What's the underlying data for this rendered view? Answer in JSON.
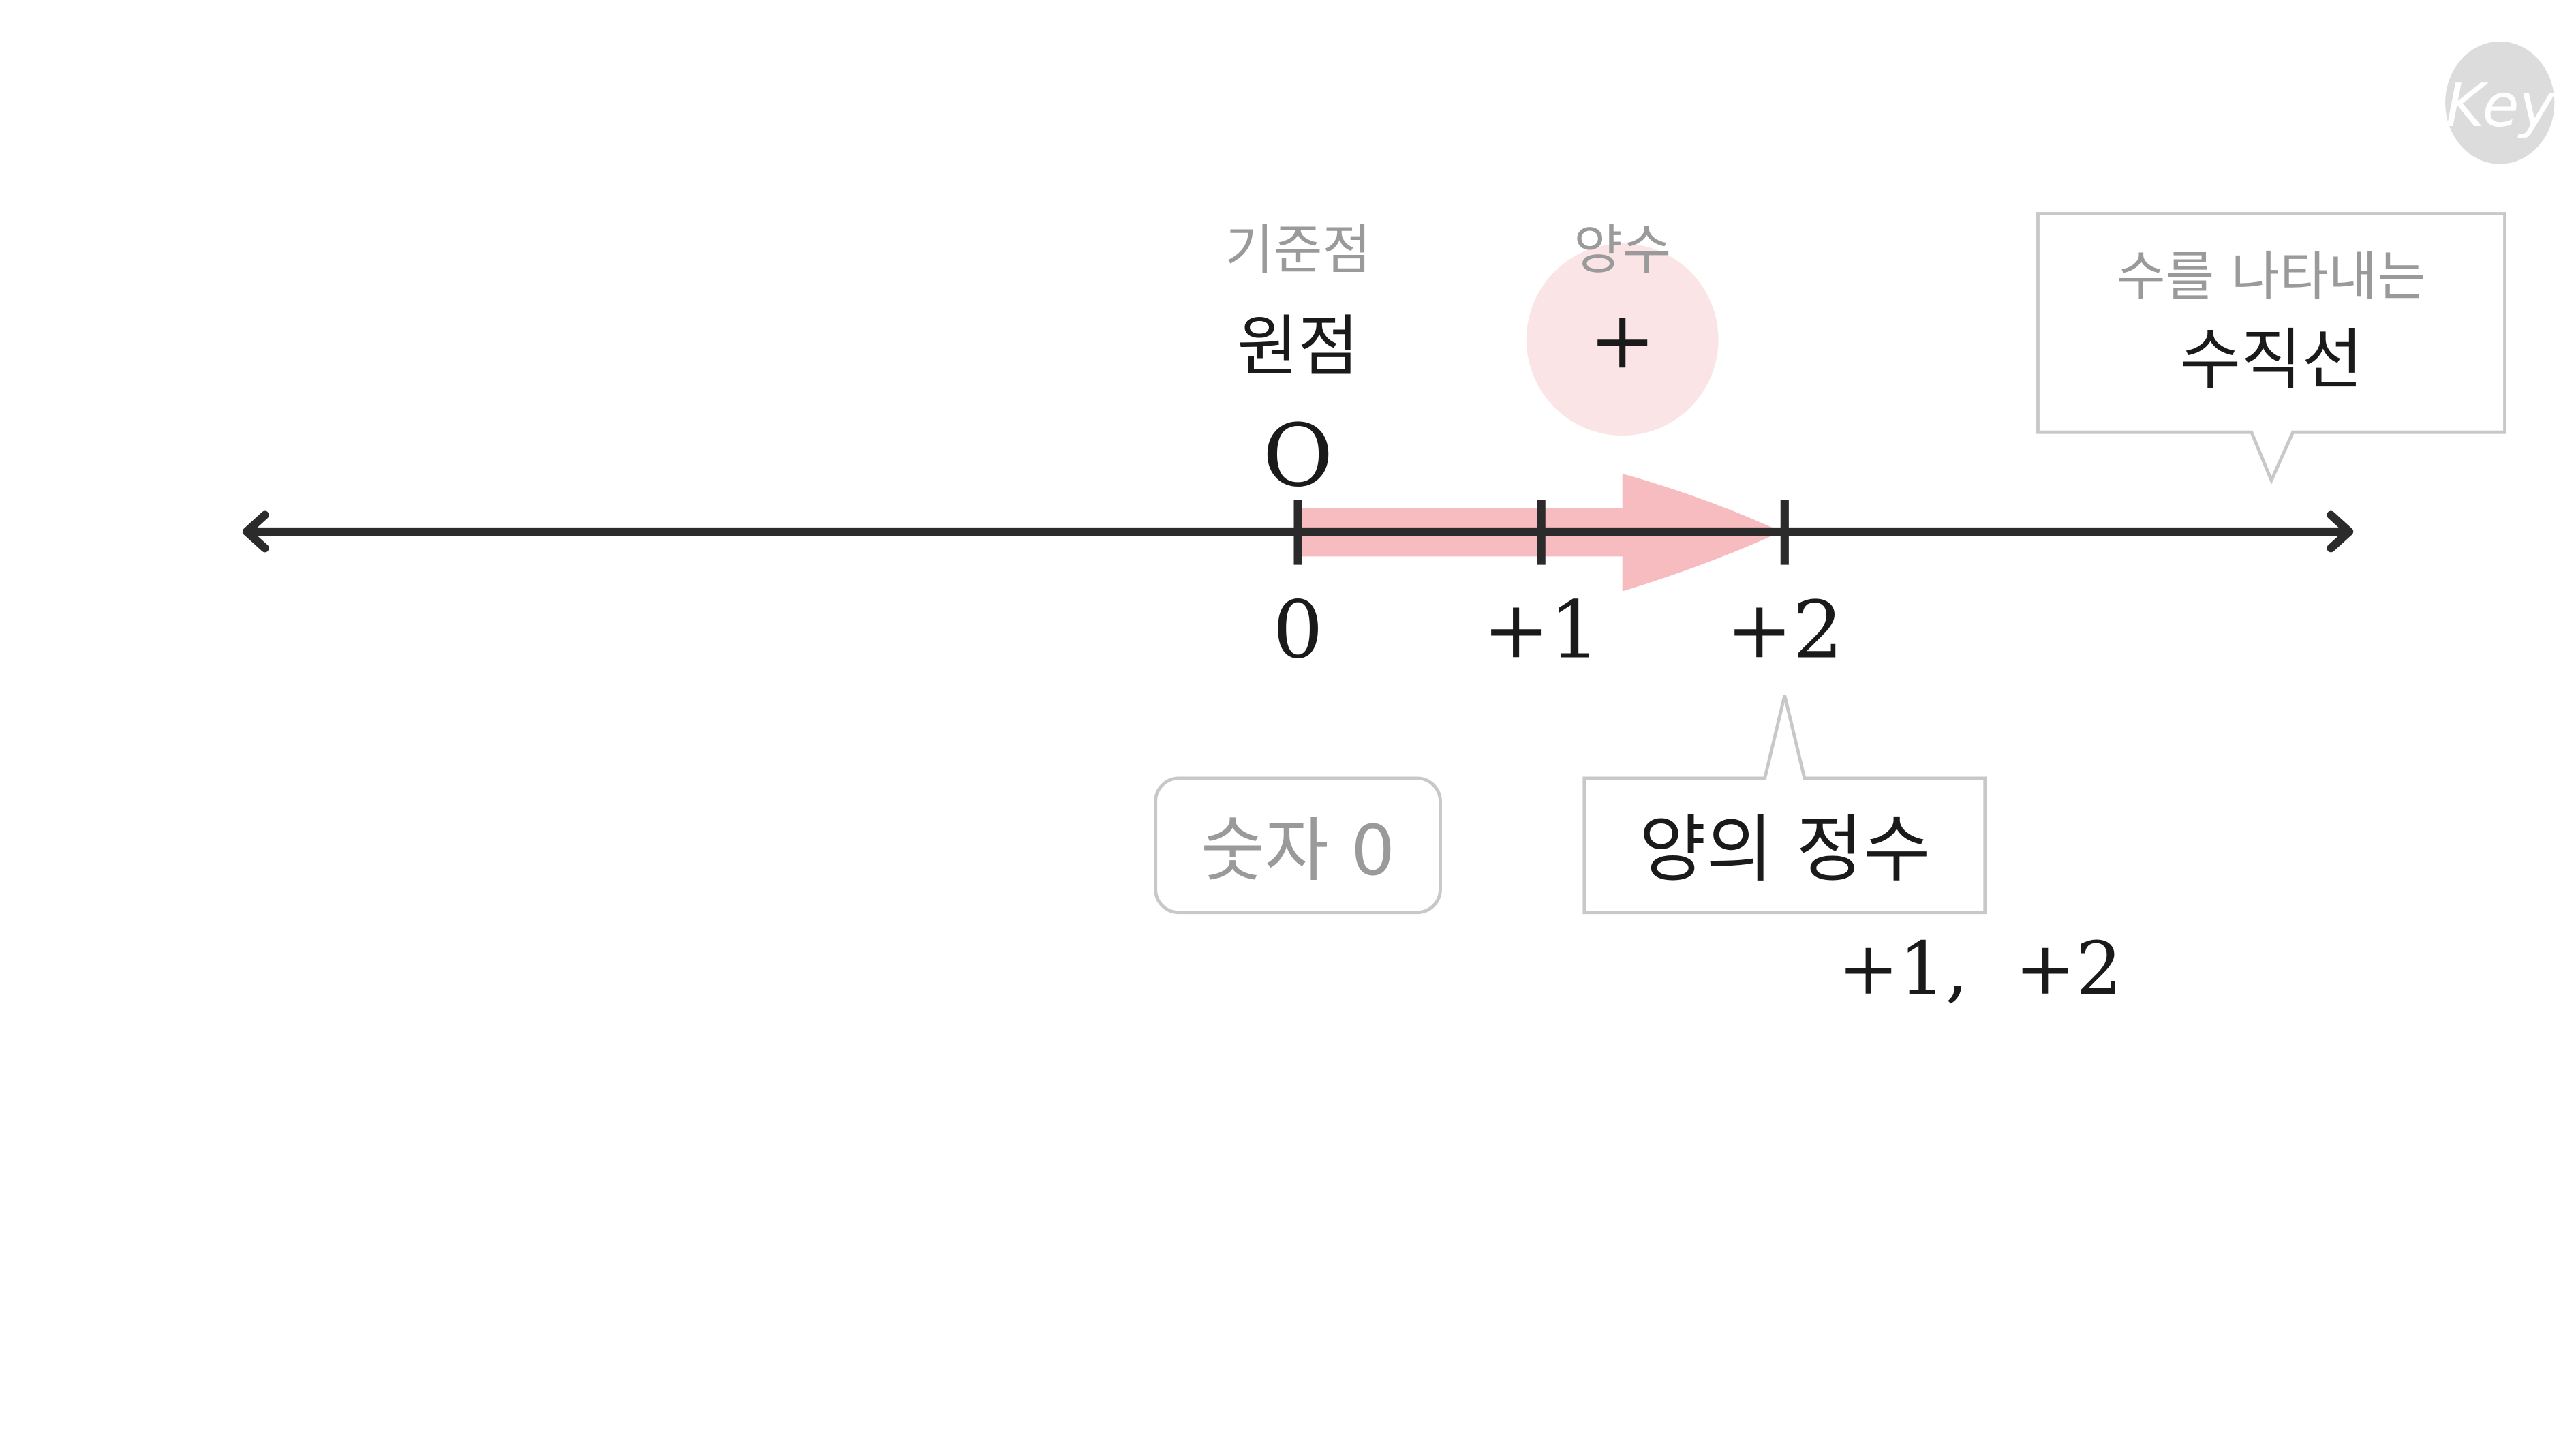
{
  "logo": {
    "text": "Key"
  },
  "origin": {
    "caption": "기준점",
    "label": "원점",
    "letter": "O"
  },
  "positive": {
    "caption": "양수",
    "sign": "+"
  },
  "number_line": {
    "callout_top": "수를 나타내는",
    "callout_main": "수직선",
    "ticks": [
      "0",
      "+1",
      "+2"
    ]
  },
  "zero_box": {
    "label": "숫자 0"
  },
  "positive_integers": {
    "label": "양의 정수",
    "examples": "+1,  +2"
  },
  "colors": {
    "line": "#2b2b2b",
    "arrow": "#f6bcbf",
    "circle": "#fbe4e6",
    "caption": "#9a9a9a",
    "box_border": "#c8c8c8",
    "logo": "#dcdcdc"
  }
}
